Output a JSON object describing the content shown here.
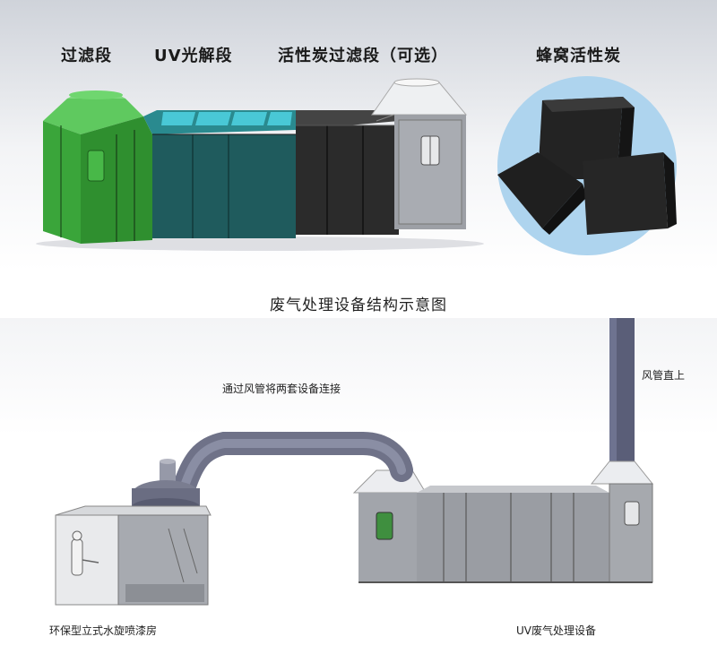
{
  "top": {
    "labels": {
      "filter": "过滤段",
      "uv": "UV光解段",
      "carbon": "活性炭过滤段（可选）",
      "honeycomb": "蜂窝活性炭"
    }
  },
  "caption": "废气处理设备结构示意图",
  "bottom": {
    "duct_note": "通过风管将两套设备连接",
    "chimney_note": "风管直上",
    "booth_label": "环保型立式水旋喷漆房",
    "device_label": "UV废气处理设备"
  },
  "colors": {
    "filter_green": "#3aa53a",
    "uv_teal": "#1f5b5d",
    "uv_top": "#3cc1cf",
    "carbon_black": "#2b2b2b",
    "hood_gray": "#9da0a6",
    "carbon_block": "#232323",
    "circle_bg": "#aed4ee"
  }
}
